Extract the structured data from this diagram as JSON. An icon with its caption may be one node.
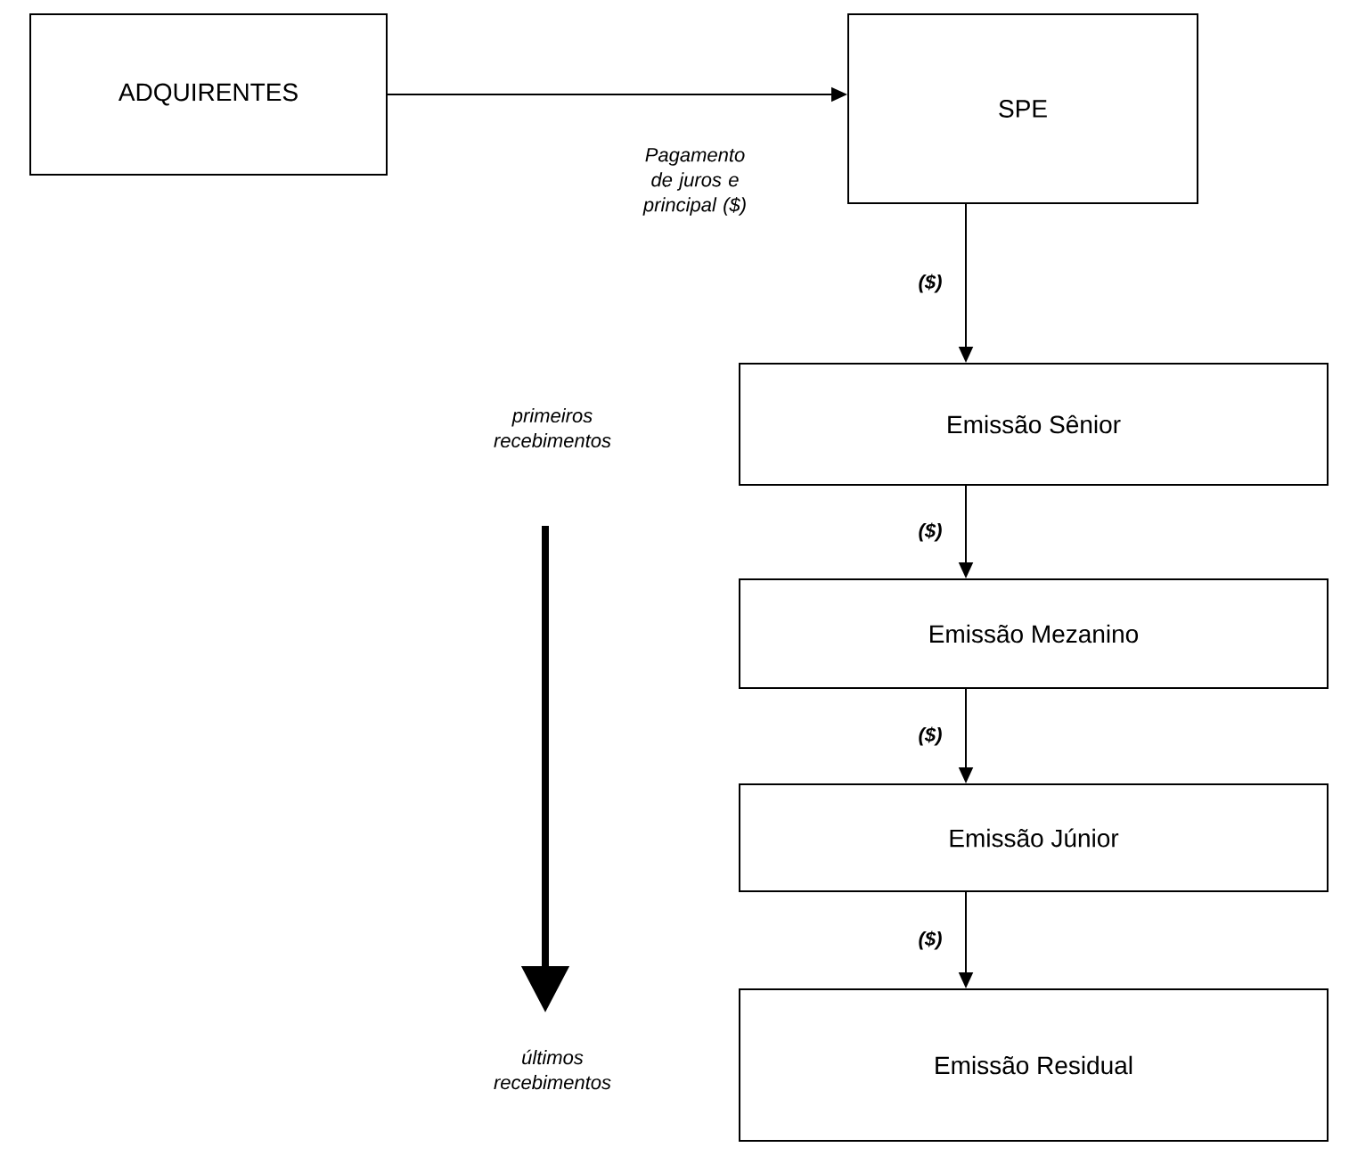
{
  "diagram": {
    "nodes": [
      {
        "text": [
          "ADQUIRENTES"
        ]
      },
      {
        "text": [
          "SPE"
        ]
      },
      {
        "text": [
          "Emissão Sênior"
        ]
      },
      {
        "text": [
          "Emissão Mezanino"
        ]
      },
      {
        "text": [
          "Emissão Júnior"
        ]
      },
      {
        "text": [
          "Emissão Residual"
        ]
      }
    ],
    "edges": [
      {
        "from": 0,
        "to": 1,
        "arrow": "to",
        "label": "Pagamento de juros e principal ($)"
      },
      {
        "from": 1,
        "to": 2,
        "arrow": "to",
        "label": "($)"
      },
      {
        "from": 2,
        "to": 3,
        "arrow": "to",
        "label": "($)"
      },
      {
        "from": 3,
        "to": 4,
        "arrow": "to",
        "label": "($)"
      },
      {
        "from": 4,
        "to": 5,
        "arrow": "to",
        "label": "($)"
      }
    ],
    "labels": [
      "primeiros recebimentos",
      "últimos recebimentos"
    ]
  }
}
